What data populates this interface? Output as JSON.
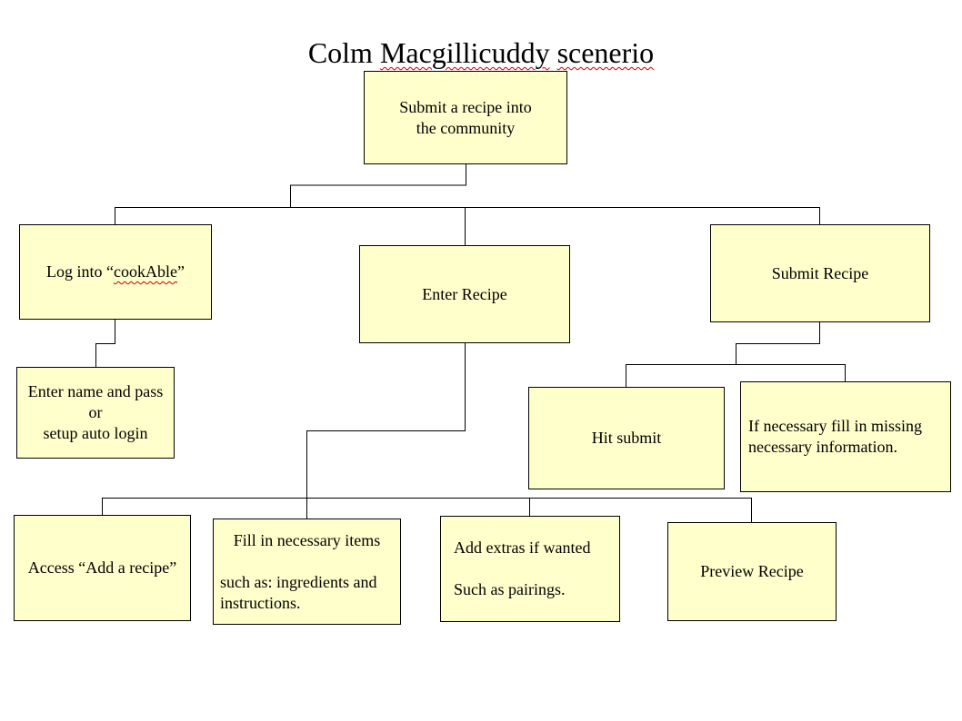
{
  "title": {
    "prefix": "Colm",
    "name": "Macgillicuddy",
    "suffix": "scenerio"
  },
  "boxes": {
    "root": {
      "lines": [
        "Submit a recipe into",
        "the community"
      ]
    },
    "login": {
      "text_before": "Log into “",
      "text_underlined": "cookAble",
      "text_after": "”"
    },
    "enter_recipe": {
      "lines": [
        "Enter Recipe"
      ]
    },
    "submit_recipe": {
      "lines": [
        "Submit Recipe"
      ]
    },
    "credentials": {
      "lines": [
        "Enter name and pass",
        "or",
        "setup auto login"
      ]
    },
    "hit_submit": {
      "lines": [
        "Hit submit"
      ]
    },
    "fill_missing": {
      "lines": [
        "If necessary fill in missing",
        "necessary information."
      ]
    },
    "access_add": {
      "lines": [
        "Access “Add a recipe”"
      ]
    },
    "fill_items": {
      "heading": "Fill in necessary items",
      "lines": [
        "such as: ingredients and",
        "instructions."
      ]
    },
    "add_extras": {
      "heading": "Add extras if wanted",
      "lines": [
        "Such as pairings."
      ]
    },
    "preview": {
      "lines": [
        "Preview Recipe"
      ]
    }
  },
  "colors": {
    "box_fill": "#ffffcc",
    "spellcheck_underline": "#d00000"
  }
}
